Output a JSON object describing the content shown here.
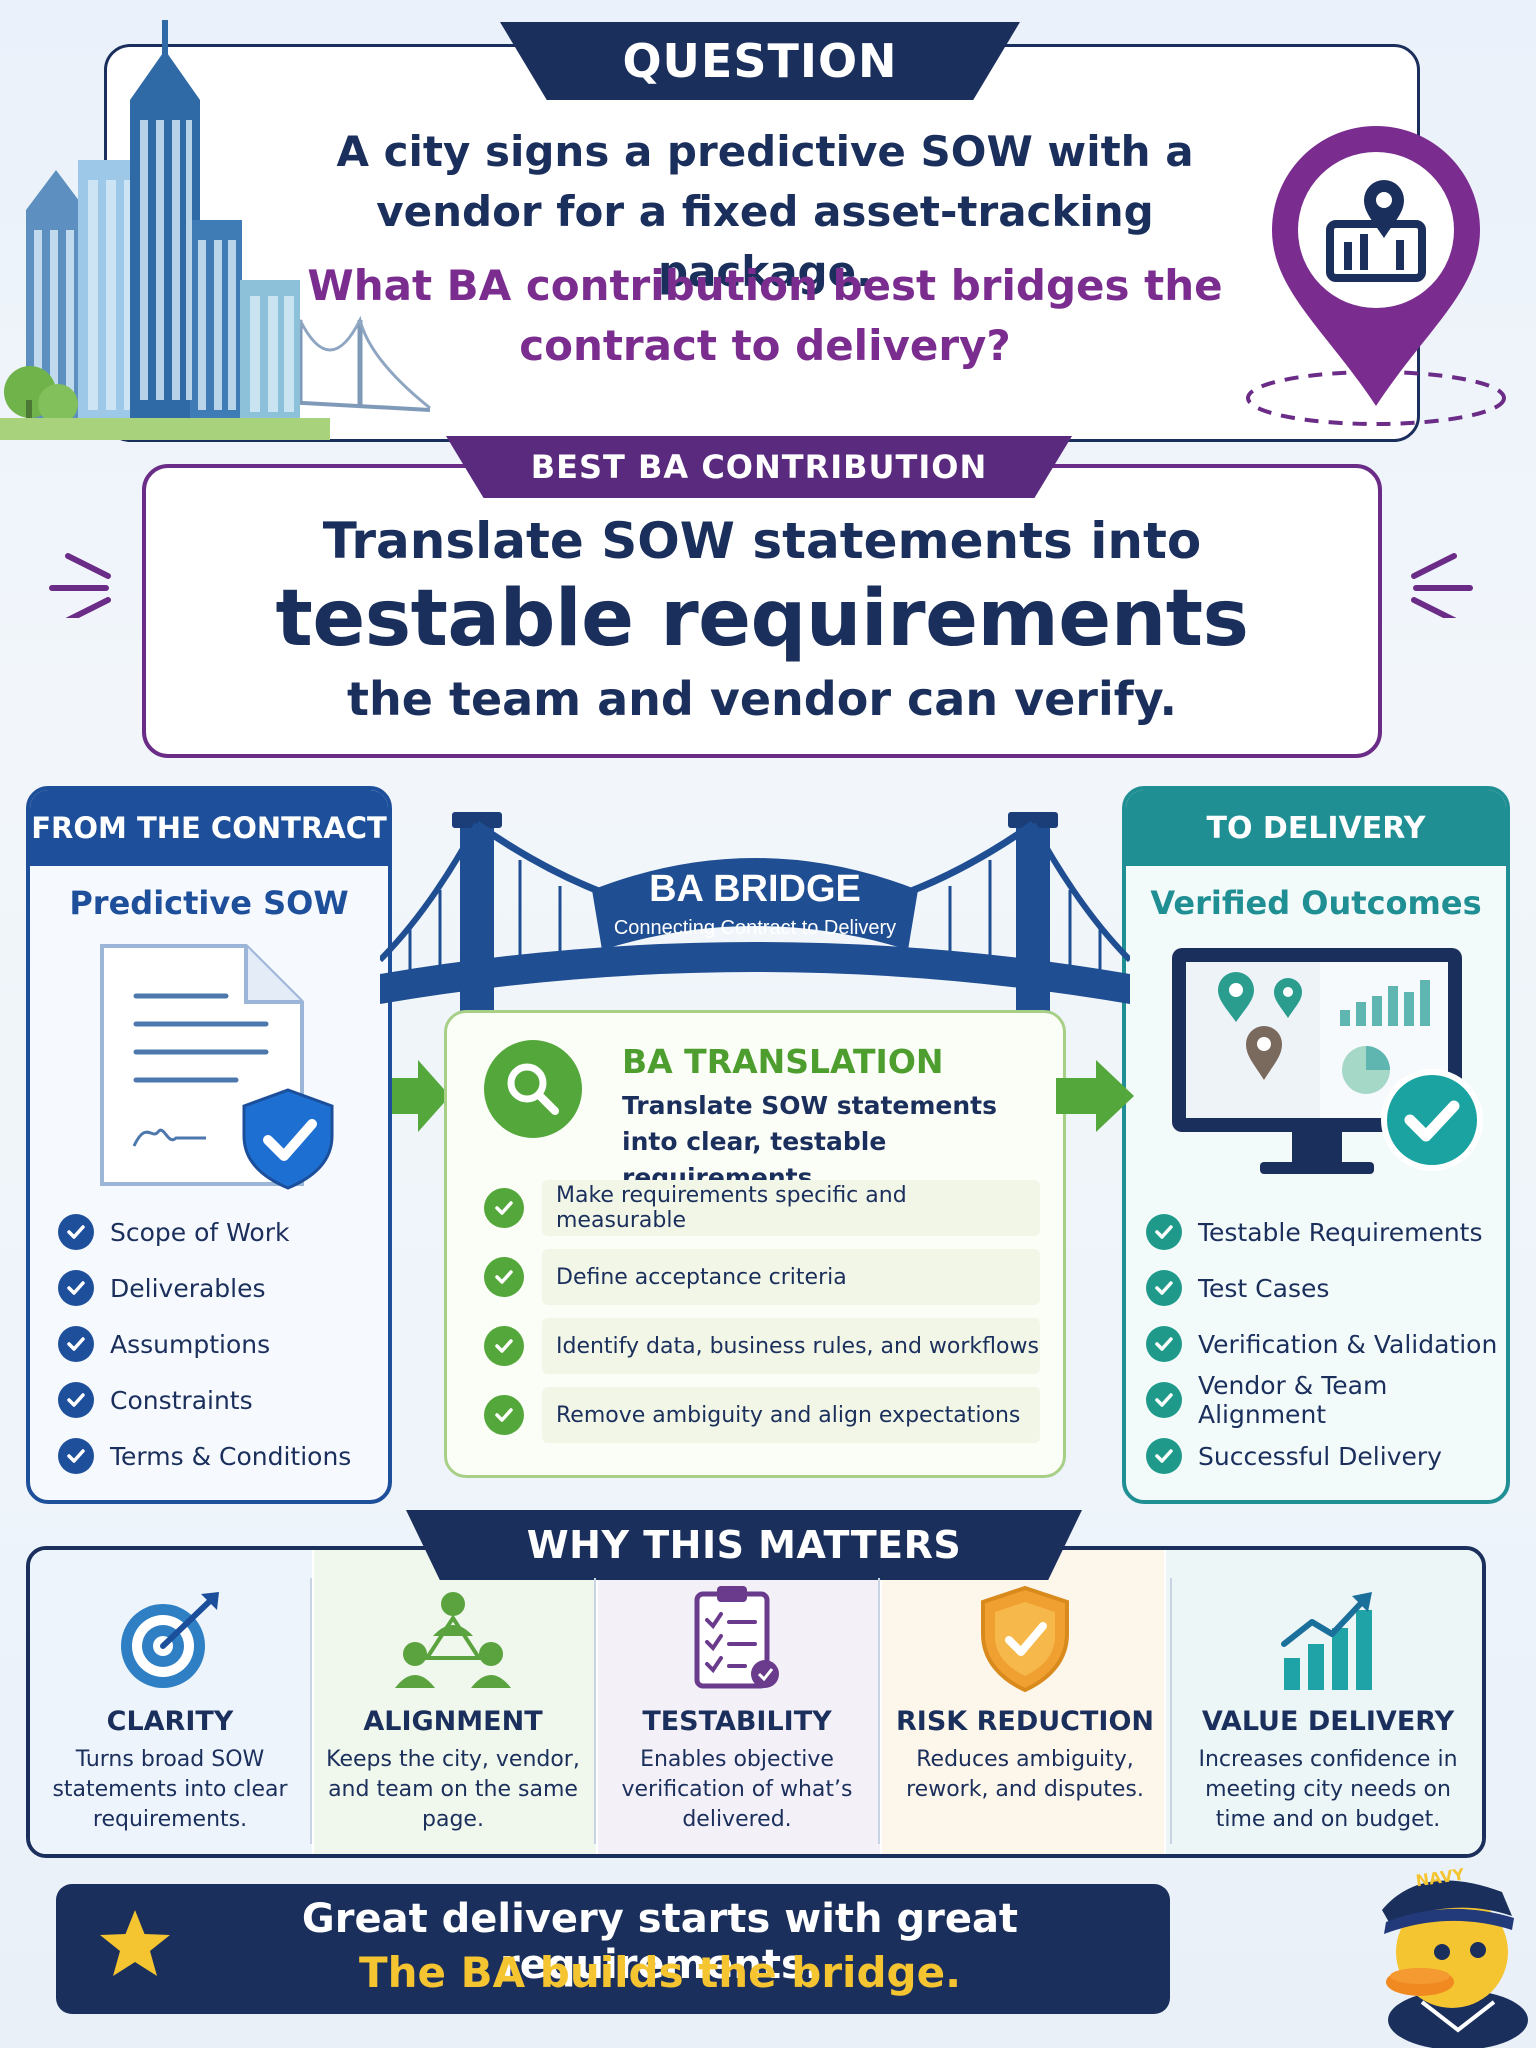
{
  "question": {
    "tab_label": "QUESTION",
    "text": "A city signs a predictive SOW with a vendor for a fixed asset-tracking package.",
    "sub_question": "What BA contribution best bridges the contract to delivery?"
  },
  "best_contribution": {
    "tab_label": "BEST BA CONTRIBUTION",
    "line1": "Translate SOW statements into",
    "line2": "testable requirements",
    "line3": "the team and vendor can verify."
  },
  "from_contract": {
    "header": "FROM THE CONTRACT",
    "subtitle": "Predictive SOW",
    "items": [
      "Scope of Work",
      "Deliverables",
      "Assumptions",
      "Constraints",
      "Terms & Conditions"
    ]
  },
  "bridge": {
    "title": "BA BRIDGE",
    "subtitle": "Connecting Contract to Delivery"
  },
  "translation": {
    "title": "BA TRANSLATION",
    "description": "Translate SOW statements into clear, testable requirements.",
    "steps": [
      "Make requirements specific and measurable",
      "Define acceptance criteria",
      "Identify data, business rules, and workflows",
      "Remove ambiguity and align expectations"
    ]
  },
  "to_delivery": {
    "header": "TO DELIVERY",
    "subtitle": "Verified Outcomes",
    "items": [
      "Testable Requirements",
      "Test Cases",
      "Verification & Validation",
      "Vendor & Team Alignment",
      "Successful Delivery"
    ]
  },
  "why": {
    "tab_label": "WHY THIS MATTERS",
    "columns": [
      {
        "title": "CLARITY",
        "desc": "Turns broad SOW statements into clear requirements.",
        "icon": "target-icon",
        "bg": "#edf4fb"
      },
      {
        "title": "ALIGNMENT",
        "desc": "Keeps the city, vendor, and team on the same page.",
        "icon": "team-icon",
        "bg": "#f0f7ec"
      },
      {
        "title": "TESTABILITY",
        "desc": "Enables objective verification of what’s delivered.",
        "icon": "checklist-icon",
        "bg": "#f4f0f8"
      },
      {
        "title": "RISK REDUCTION",
        "desc": "Reduces ambiguity, rework, and disputes.",
        "icon": "shield-icon",
        "bg": "#fdf6ea"
      },
      {
        "title": "VALUE DELIVERY",
        "desc": "Increases confidence in meeting city needs on time and on budget.",
        "icon": "growth-chart-icon",
        "bg": "#ecf6f7"
      }
    ]
  },
  "banner": {
    "line1": "Great delivery starts with great requirements.",
    "line2": "The BA builds the bridge."
  },
  "mascot": {
    "cap_text": "NAVY"
  },
  "colors": {
    "navy": "#1b2f5c",
    "purple": "#6a2c86",
    "blue": "#1d4f9b",
    "teal": "#1f8f94",
    "green": "#54a73a",
    "gold": "#f5c431"
  }
}
